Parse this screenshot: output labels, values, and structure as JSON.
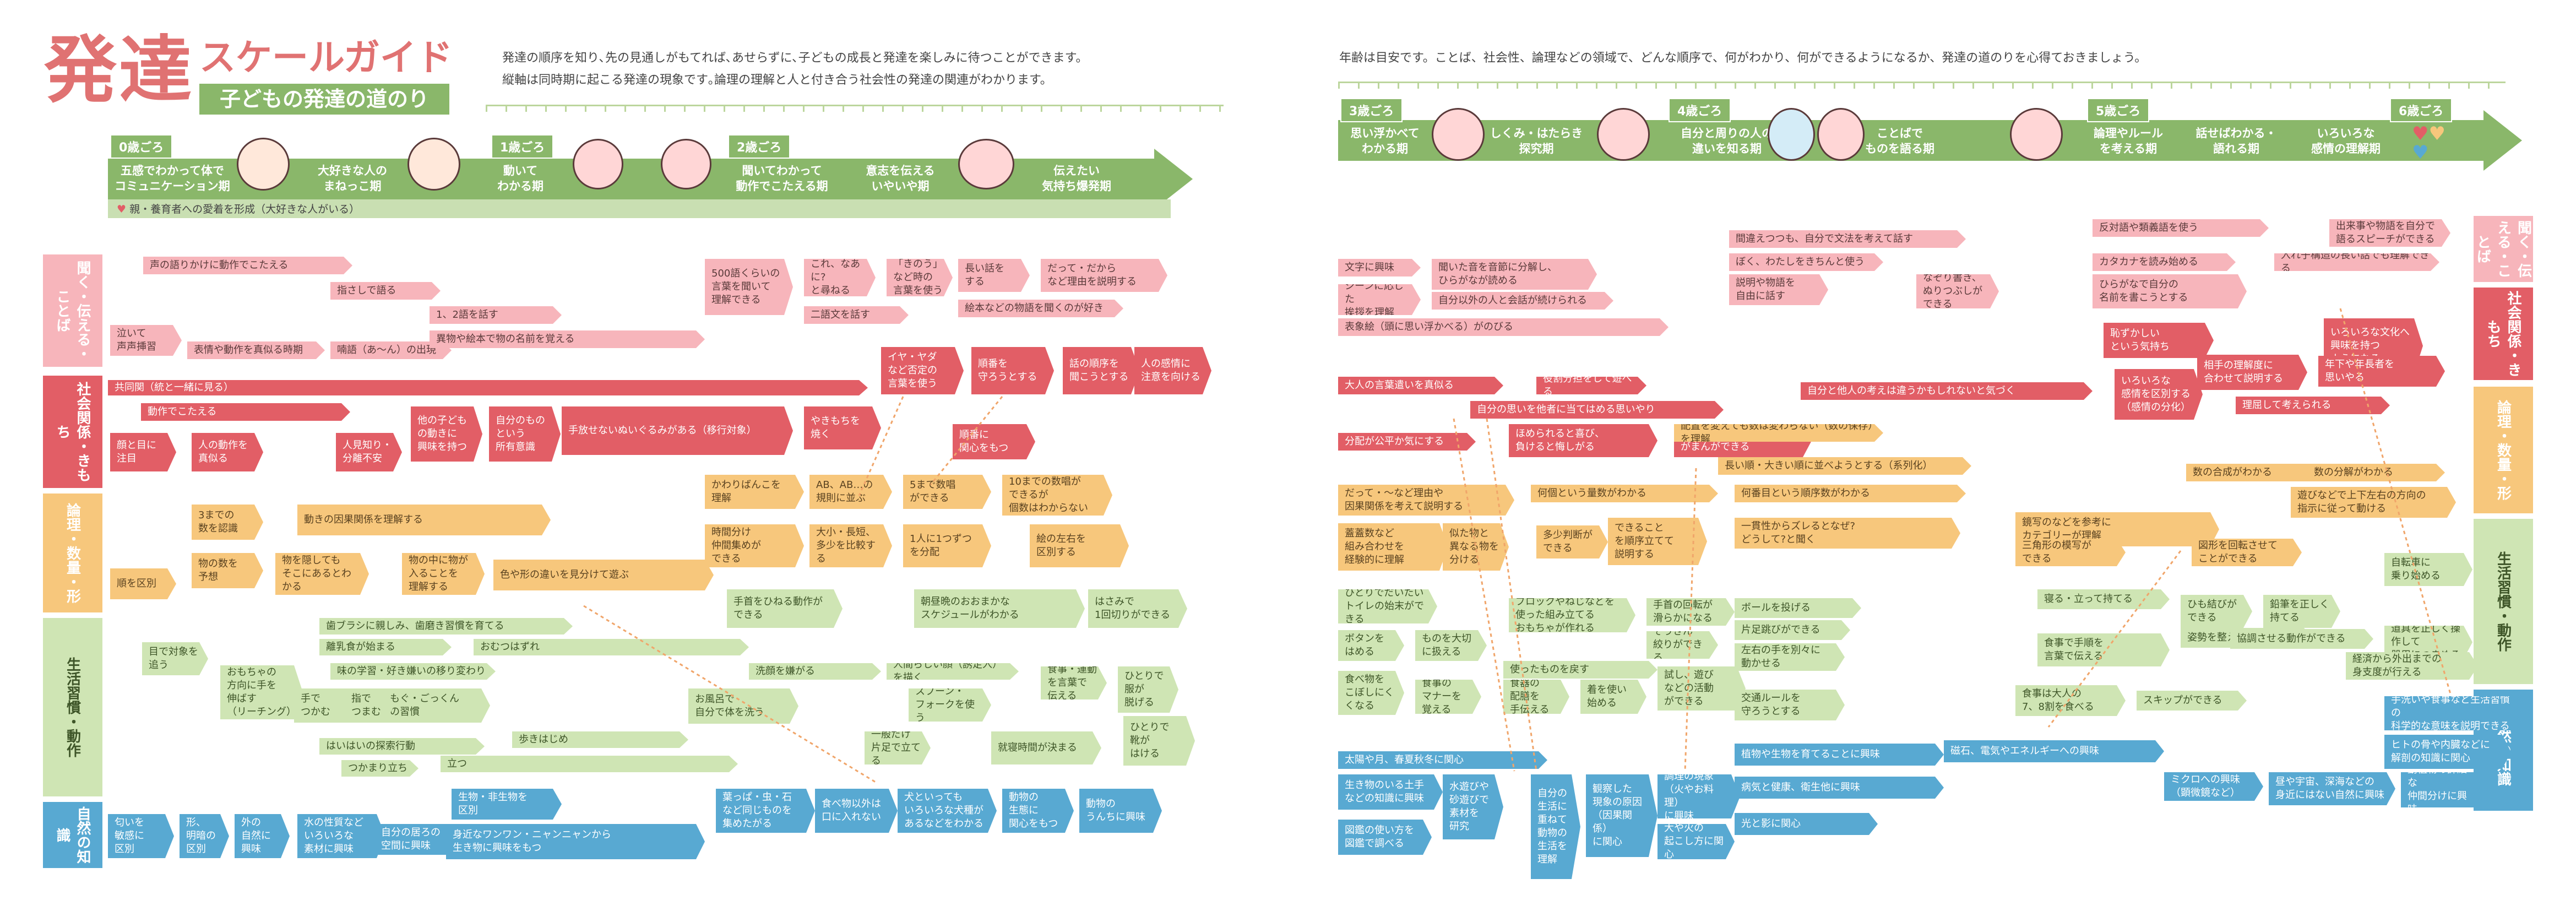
{
  "title": {
    "main": "発達",
    "sub": "スケールガイド",
    "subtitle": "子どもの発達の道のり"
  },
  "intro": {
    "left_line1": "発達の順序を知り､先の見通しがもてれば､あせらずに､子どもの成長と発達を楽しみに待つことができます。",
    "left_line2": "縦軸は同時期に起こる発達の現象です｡論理の理解と人と付き合う社会性の発達の関連がわかります。",
    "right_line1": "年齢は目安です。ことば、社会性、論理などの領域で、どんな順序で、何がわかり、何ができるようになるか、発達の道のりを心得ておきましょう。"
  },
  "timeline": {
    "left": [
      {
        "age": "0歳ごろ",
        "periods": [
          "五感でわかって体で\nコミュニケーション期",
          "大好きな人の\nまねっこ期"
        ]
      },
      {
        "age": "1歳ごろ",
        "periods": [
          "動いて\nわかる期"
        ]
      },
      {
        "age": "2歳ごろ",
        "periods": [
          "聞いてわかって\n動作でこたえる期",
          "意志を伝える\nいやいや期",
          "伝えたい\n気持ち爆発期"
        ]
      }
    ],
    "right": [
      {
        "age": "3歳ごろ",
        "periods": [
          "思い浮かべて\nわかる期",
          "しくみ・はたらき\n探究期"
        ]
      },
      {
        "age": "4歳ごろ",
        "periods": [
          "自分と周りの人の\n違いを知る期",
          "ことばで\nものを語る期"
        ]
      },
      {
        "age": "5歳ごろ",
        "periods": [
          "論理やルール\nを考える期",
          "話せばわかる・\n語れる期",
          "いろいろな\n感情の理解期"
        ]
      },
      {
        "age": "6歳ごろ",
        "periods": []
      }
    ],
    "note": "親・養育者への愛着を形成（大好きな人がいる）"
  },
  "categories": {
    "lang": "聞く・伝える・ことば",
    "social": "社会関係・きもち",
    "logic": "論理・数量・形",
    "life": "生活習慣・動作",
    "nature": "自然の知識"
  },
  "nodes": {
    "lang_l": [
      "声の語りかけに動作でこたえる",
      "指さしで語る",
      "1、2語を話す",
      "泣いて\n声声挿習",
      "表情や動作を真似る時期",
      "喃語（あ〜ん）の出現",
      "500語くらいの\n言葉を聞いて\n理解できる",
      "これ、なあに?\nと尋ねる",
      "「きのう」\nなど時の\n言葉を使う",
      "長い話を\nする",
      "だって・だから\nなど理由を説明する",
      "絵本などの物語を聞くのが好き",
      "二語文を話す",
      "異物や絵本で物の名前を覚える"
    ],
    "social_l": [
      "共同関（統と一緒に見る）",
      "動作でこたえる",
      "顔と目に\n注目",
      "人の動作を\n真似る",
      "人見知り・\n分離不安",
      "他の子ども\nの動きに\n興味を持つ",
      "自分のもの\nという\n所有意識",
      "手放せないぬいぐるみがある（移行対象）",
      "やきもちを\n焼く",
      "イヤ・ヤダ\nなど否定の\n言葉を使う",
      "順番を\n守ろうとする",
      "話の順序を\n聞こうとする",
      "人の感情に\n注意を向ける",
      "順番に\n関心をもつ"
    ],
    "logic_l": [
      "3までの\n数を認識",
      "動きの因果関係を理解する",
      "物の数を\n予想",
      "物を隠しても\nそこにあるとわかる",
      "物の中に物が\n入ることを\n理解する",
      "色や形の違いを見分けて遊ぶ",
      "順を区別",
      "かわりばんこを\n理解",
      "AB、AB…の\n規則に並ぶ",
      "5まで数唱\nができる",
      "10までの数唱が\nできるが\n個数はわからない",
      "時間分け\n仲間集めが\nできる",
      "大小・長短、\n多少を比較する",
      "1人に1つずつ\nを分配",
      "絵の左右を\n区別する"
    ],
    "life_l": [
      "歯ブラシに親しみ、歯磨き習慣を育てる",
      "離乳食が始まる",
      "おむつはずれ",
      "目で対象を\n追う",
      "おもちゃの\n方向に手を\n伸ばす\n（リーチング）",
      "味の学習・好き嫌いの移り変わり",
      "もぐもぐ・ごっくん\n咀嚼の習慣",
      "手で\nつかむ",
      "指で\nつまむ",
      "はいはいの探索行動",
      "つかまり立ち",
      "立つ",
      "歩きはじめ",
      "手首をひねる動作が\nできる",
      "お風呂で\n自分で体を洗う",
      "洗顔を嫌がる",
      "人間らしい顔（誘足入）を描く",
      "スプーン・\nフォークを使う",
      "食事・運動\nを言葉で\n伝える",
      "ひとりで\n服が\n脱げる",
      "一般だけ\n片足で立てる",
      "就寝時間が決まる",
      "ひとりで\n靴が\nはける",
      "朝昼晩のおおまかな\nスケジュールがわかる",
      "はさみで\n1回切りができる"
    ],
    "nature_l": [
      "匂いを\n敏感に\n区別",
      "形、\n明暗の\n区別",
      "外の\n自然に\n興味",
      "水の性質など\nいろいろな\n素材に興味",
      "自分の居ろの\n空間に興味",
      "生物・非生物を\n区別",
      "身近なワンワン・ニャンニャンから\n生き物に興味をもつ",
      "葉っぱ・虫・石\nなど同じものを\n集めたがる",
      "食べ物以外は\n口に入れない",
      "犬といっても\nいろいろな犬種が\nあるなどをわかる",
      "動物の\n生態に\n関心をもつ",
      "動物の\nうんちに興味"
    ],
    "lang_r": [
      "文字に興味",
      "聞いた音を音節に分解し、\nひらがなが読める",
      "シーンに応じた\n挨拶を理解",
      "自分以外の人と会話が続けられる",
      "表象絵（頭に思い浮かべる）がのびる",
      "間違えつつも、自分で文法を考えて話す",
      "ぼく、わたしをきちんと使う",
      "説明や物語を\n自由に話す",
      "なぞり書き、\nぬりつぶしができる",
      "反対語や類義語を使う",
      "カタカナを読み始める",
      "ひらがなで自分の\n名前を書こうとする",
      "出来事や物語を自分で\n語るスピーチができる",
      "入れ子構造の長い話でも理解できる"
    ],
    "social_r": [
      "大人の言葉遣いを真似る",
      "役割分担をして遊べる",
      "自分の思いを他者に当てはめる思いやり",
      "分配が公平か気にする",
      "ほめられると喜び、\n負けると悔しがる",
      "状況を理解して\nがまんができる",
      "自分と他人の考えは違うかもしれないと気づく",
      "いろいろな\n感情を区別する\n（感情の分化）",
      "恥ずかしい\nという気持ち",
      "相手の理解度に\n合わせて説明する",
      "いろいろな文化へ\n興味を持つ\nようになる",
      "年下や年長者を\n思いやる",
      "理屈して考えられる"
    ],
    "logic_r": [
      "だって・〜など理由や\n因果関係を考えて説明する",
      "何個という量数がわかる",
      "何番目という順序数がわかる",
      "蓋蓋数など\n組み合わせを\n経験的に理解",
      "似た物と\n異なる物を\n分ける",
      "多少判断が\nできる",
      "できること\nを順序立てて\n説明する",
      "一貫性からズレるとなぜ?\nどうして?と聞く",
      "配置を変えても数は変わらない（数の保存）を理解",
      "長い順・大きい順に並べようとする（系列化）",
      "数の合成がわかる",
      "数の分解がわかる",
      "遊びなどで上下左右の方向の\n指示に従って動ける",
      "鏡写のなどを参考に\nカテゴリーが理解",
      "三角形の模写が\nできる",
      "図形を回転させて\nことができる"
    ],
    "life_r": [
      "ひとりでだいたい\nトイレの始末ができる",
      "ブロックやねじなどを\n使った組み立てる\nおもちゃが作れる",
      "手首の回転が\n滑らかになる",
      "ボールを投げる",
      "片足跳びができる",
      "ボタンを\nはめる",
      "ものを大切\nに扱える",
      "ぞうきん\n絞りができる",
      "左右の手を別々に\n動かせる",
      "食べ物を\nこぼしにく\nくなる",
      "食事の\nマナーを\n覚える",
      "食器の\n配膳を\n手伝える",
      "着を使い\n始める",
      "使ったものを戻す",
      "試し、遊び\nなどの活動\nができる",
      "交通ルールを\n守ろうとする",
      "食事は大人の\n7、8割を食べる",
      "スキップができる",
      "寝る・立って持てる",
      "ひも結びが\nできる",
      "鉛筆を正しく\n持てる",
      "食事で手順を\n言葉で伝える",
      "姿勢を整えて目と手を",
      "協調させる動作ができる",
      "自転車に\n乗り始める",
      "道具を正しく操作して\n器用につまめる",
      "経済から外出までの\n身支度が行える"
    ],
    "nature_r": [
      "太陽や月、春夏秋冬に関心",
      "自分の\n生活に\n重ねて\n動物の\n生活を\n理解",
      "生き物のいる土手\nなどの知識に興味",
      "水遊びや\n砂遊びで\n素材を\n研究",
      "観察した\n現象の原因\n（因果関係）\nに関心",
      "調理の現象\n（火やお料理）\nに興味",
      "植物や生物を育てることに興味",
      "磁石、電気やエネルギーへの興味",
      "病気と健康、衛生他に興味",
      "ミクロへの興味\n（顕微鏡など）",
      "昼や宇宙、深海などの\n身近にはない自然に興味",
      "動植物の詳細な\n仲間分けに興味",
      "大や火の\n起こし方に関心",
      "光と影に関心",
      "図鑑の使い方を\n図鑑で調べる",
      "手洗いや食事など生活習慣の\n科学的な意味を説明できる",
      "ヒトの骨や内臓などに\n解剖の知識に関心"
    ]
  },
  "colors": {
    "pink": "#f7b5bb",
    "red": "#e25e66",
    "orange": "#f7c77c",
    "green": "#cfe5b4",
    "blue": "#58a9d2",
    "band": "#8ab76a",
    "title": "#e07272"
  }
}
